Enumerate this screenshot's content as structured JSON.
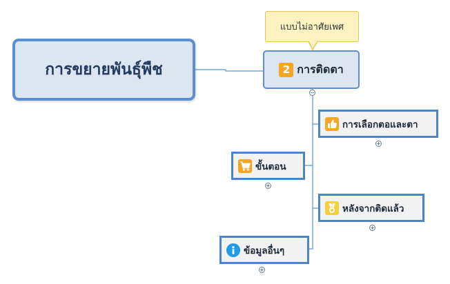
{
  "root": {
    "label": "การขยายพันธุ์พืช"
  },
  "main_topic": {
    "label": "การติดตา",
    "badge": "2"
  },
  "callout": {
    "text": "แบบไม่อาศัยเพศ"
  },
  "subtopics": [
    {
      "label": "การเลือกตอและตา",
      "icon": "thumbs-up-icon",
      "color": "#f5a623"
    },
    {
      "label": "ขั้นตอน",
      "icon": "shopping-cart-icon",
      "color": "#f5a623"
    },
    {
      "label": "หลังจากติดแล้ว",
      "icon": "medal-icon",
      "color": "#f6cf3c"
    },
    {
      "label": "ข้อมูลอื่นๆ",
      "icon": "info-icon",
      "color": "#1e9be9"
    }
  ],
  "collapse_symbol": "−",
  "expand_symbol": "+"
}
